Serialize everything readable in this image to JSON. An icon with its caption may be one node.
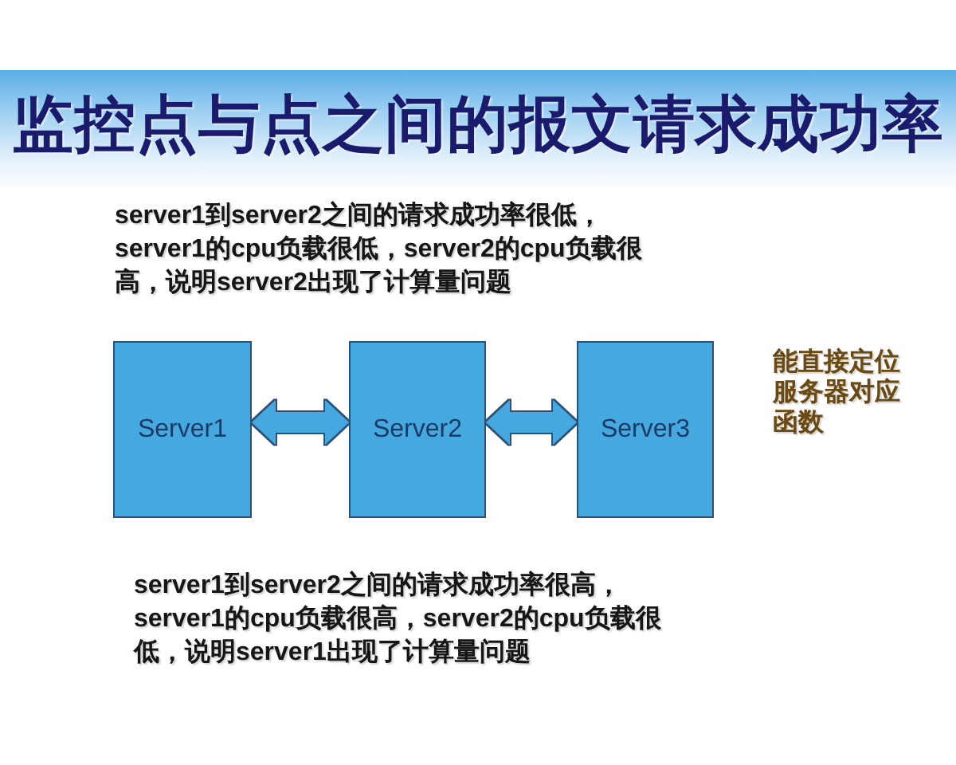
{
  "diagram": {
    "title": "监控点与点之间的报文请求成功率",
    "nodes": [
      {
        "text": [
          "Server1"
        ]
      },
      {
        "text": [
          "Server2"
        ]
      },
      {
        "text": [
          "Server3"
        ]
      }
    ],
    "edges": [
      {
        "from": 0,
        "to": 1,
        "arrow": "both"
      },
      {
        "from": 1,
        "to": 2,
        "arrow": "both"
      }
    ],
    "labels": [
      "server1到server2之间的请求成功率很低，server1的cpu负载很低，server2的cpu负载很高，说明server2出现了计算量问题",
      "能直接定位服务器对应函数",
      "server1到server2之间的请求成功率很高，server1的cpu负载很高，server2的cpu负载很低，说明server1出现了计算量问题"
    ]
  }
}
